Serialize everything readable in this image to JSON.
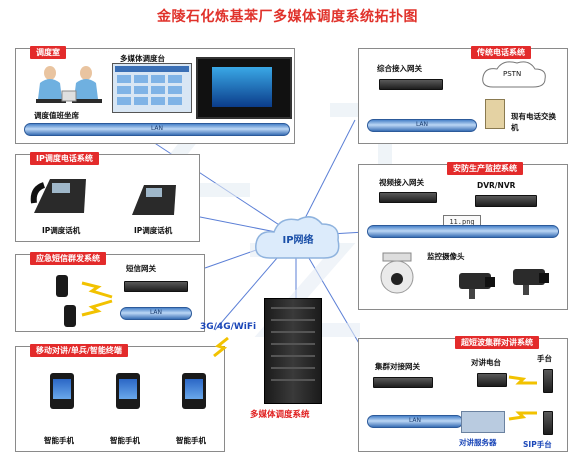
{
  "title": "金陵石化炼基苯厂多媒体调度系统拓扑图",
  "panels": {
    "dispatch_room": {
      "title": "调度室",
      "console_label": "多媒体调度台",
      "seat_label": "调度值班坐席",
      "lan": "LAN"
    },
    "pstn": {
      "title": "传统电话系统",
      "gateway": "综合接入网关",
      "pstn": "PSTN",
      "exchange": "现有电话交换机",
      "lan": "LAN"
    },
    "ip_phone": {
      "title": "IP调度电话系统",
      "phone1": "IP调度话机",
      "phone2": "IP调度话机"
    },
    "video": {
      "title": "安防生产监控系统",
      "gateway": "视频接入网关",
      "dvr": "DVR/NVR",
      "camera": "监控摄像头",
      "popup": "11.png"
    },
    "sms": {
      "title": "应急短信群发系统",
      "gateway": "短信网关",
      "lan": "LAN"
    },
    "mobile": {
      "title": "移动对讲/单兵/智能终端",
      "phone1": "智能手机",
      "phone2": "智能手机",
      "phone3": "智能手机"
    },
    "trunk": {
      "title": "超短波集群对讲系统",
      "gateway": "集群对接网关",
      "station": "对讲电台",
      "handset": "手台",
      "server": "对讲服务器",
      "sip": "SIP手台",
      "lan": "LAN"
    }
  },
  "cloud_label": "IP网络",
  "wireless_label": "3G/4G/WiFi",
  "server_label": "多媒体调度系统",
  "watermark": "ZTED",
  "colors": {
    "accent": "#e32b2b",
    "lan": "#4a82c9",
    "link": "#5b7fd6"
  }
}
